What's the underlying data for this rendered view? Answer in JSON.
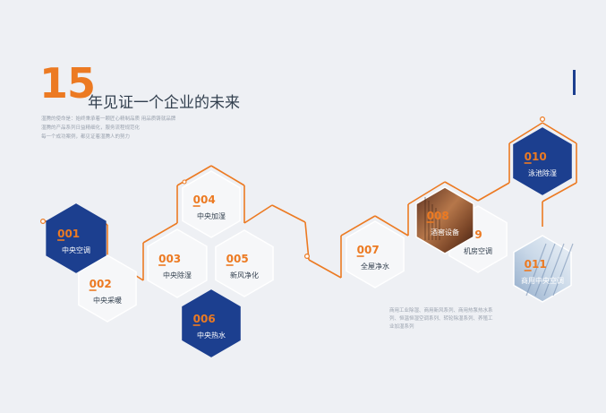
{
  "header": {
    "year": "15",
    "title": "年见证一个企业的未来",
    "intro_lines": [
      "湿腾的使命是：始终秉承着一颗匠心精制品质 用品质铸就品牌",
      "湿腾的产品系列日益精细化，服务流程规范化",
      "每一个成功案例，都见证着湿腾人的努力"
    ]
  },
  "colors": {
    "accent": "#ec7a22",
    "navy": "#1c3f8f",
    "light": "#f6f7f9",
    "text_dark": "#33404f",
    "text_gray": "#9aa2ae"
  },
  "milestones": [
    {
      "num": "001",
      "label": "中央空调",
      "style": "navy"
    },
    {
      "num": "002",
      "label": "中央采暖",
      "style": "light"
    },
    {
      "num": "003",
      "label": "中央除湿",
      "style": "light"
    },
    {
      "num": "004",
      "label": "中央加湿",
      "style": "light"
    },
    {
      "num": "005",
      "label": "新风净化",
      "style": "light"
    },
    {
      "num": "006",
      "label": "中央热水",
      "style": "navy"
    },
    {
      "num": "007",
      "label": "全屋净水",
      "style": "light"
    },
    {
      "num": "008",
      "label": "酒窖设备",
      "style": "photo-cellar"
    },
    {
      "num": "009",
      "label": "机房空调",
      "style": "light"
    },
    {
      "num": "010",
      "label": "泳池除湿",
      "style": "navy"
    },
    {
      "num": "011",
      "label": "商用中央空调",
      "style": "photo-building"
    }
  ],
  "note_lines": [
    "商用工业除湿、商用新风系列、商用热泵热水系",
    "列、恒温恒湿空调系列、转轮除湿系列、养殖工",
    "业加湿系列"
  ]
}
